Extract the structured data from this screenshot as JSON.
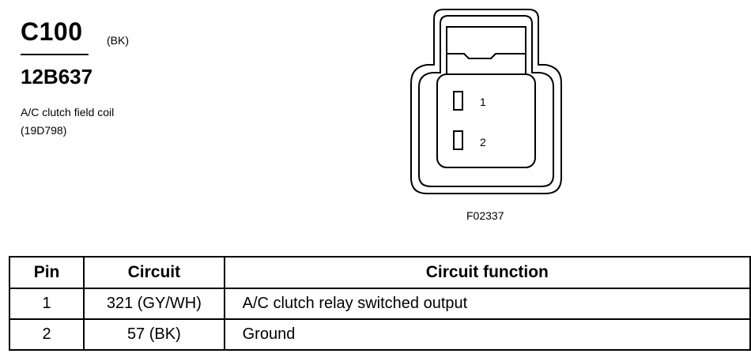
{
  "connector": {
    "id": "C100",
    "wire_color": "(BK)",
    "part_number": "12B637",
    "description": "A/C clutch field coil",
    "description_code": "(19D798)"
  },
  "figure": {
    "code": "F02337",
    "pin_labels": [
      "1",
      "2"
    ]
  },
  "table": {
    "headers": {
      "pin": "Pin",
      "circuit": "Circuit",
      "function": "Circuit function"
    },
    "rows": [
      {
        "pin": "1",
        "circuit": "321 (GY/WH)",
        "function": "A/C clutch relay switched output"
      },
      {
        "pin": "2",
        "circuit": "57 (BK)",
        "function": "Ground"
      }
    ]
  }
}
